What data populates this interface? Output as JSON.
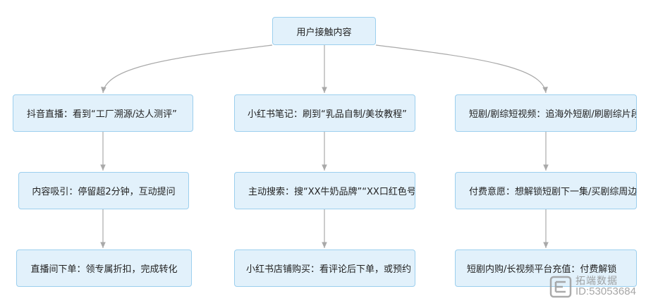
{
  "diagram": {
    "root": "用户接触内容",
    "columns": [
      {
        "level1": "抖音直播：看到“工厂溯源/达人测评”",
        "level2": "内容吸引：停留超2分钟，互动提问",
        "level3": "直播间下单：领专属折扣，完成转化"
      },
      {
        "level1": "小红书笔记：刷到“乳品自制/美妆教程”",
        "level2": "主动搜索：搜“XX牛奶品牌”“XX口红色号”",
        "level3": "小红书店铺购买：看评论后下单，或预约"
      },
      {
        "level1": "短剧/剧综短视频：追海外短剧/刷剧综片段",
        "level2": "付费意愿：想解锁短剧下一集/买剧综周边",
        "level3": "短剧内购/长视频平台充值：付费解锁"
      }
    ]
  },
  "watermark": {
    "name": "拓端数据",
    "id": "ID:53053684"
  },
  "colors": {
    "node_fill": "#e2f1fb",
    "node_border": "#9ccfee",
    "edge": "#a9a9a9"
  }
}
